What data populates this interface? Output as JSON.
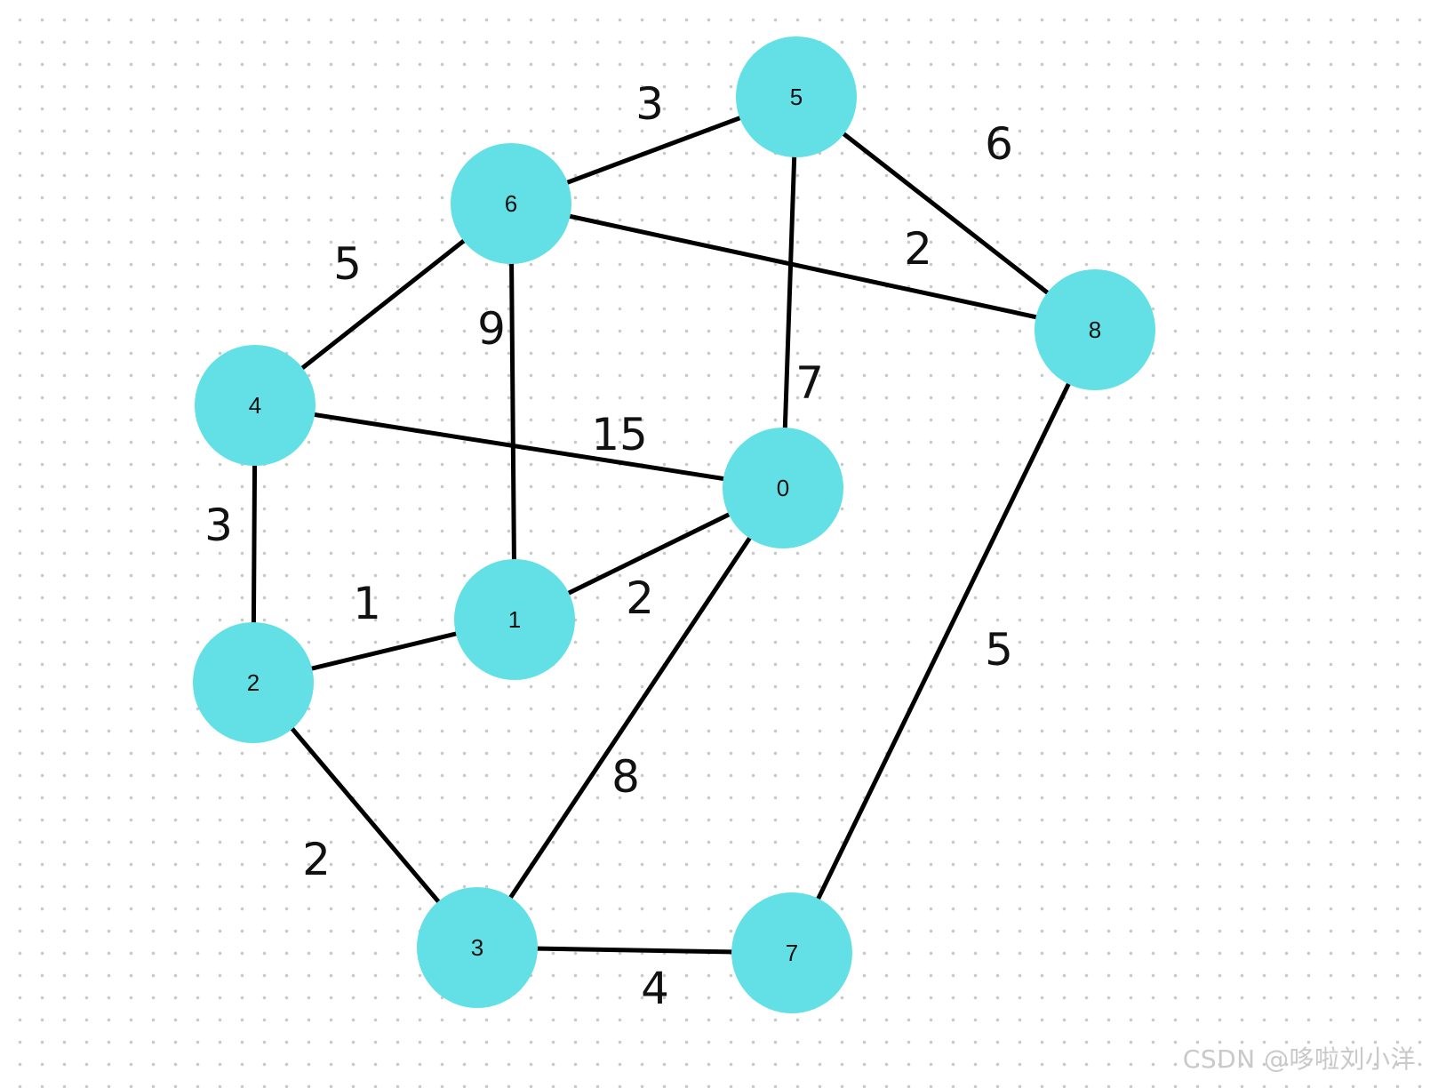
{
  "colors": {
    "node_fill": "#62e0e6",
    "edge": "#000000",
    "text": "#111111",
    "watermark": "#c9c9c9"
  },
  "graph": {
    "nodes": [
      "0",
      "1",
      "2",
      "3",
      "4",
      "5",
      "6",
      "7",
      "8"
    ],
    "edges": [
      {
        "from": "6",
        "to": "5",
        "weight": "3"
      },
      {
        "from": "5",
        "to": "8",
        "weight": "6"
      },
      {
        "from": "6",
        "to": "8",
        "weight": "2"
      },
      {
        "from": "6",
        "to": "4",
        "weight": "5"
      },
      {
        "from": "6",
        "to": "1",
        "weight": "9"
      },
      {
        "from": "5",
        "to": "0",
        "weight": "7"
      },
      {
        "from": "4",
        "to": "0",
        "weight": "15"
      },
      {
        "from": "4",
        "to": "2",
        "weight": "3"
      },
      {
        "from": "2",
        "to": "1",
        "weight": "1"
      },
      {
        "from": "1",
        "to": "0",
        "weight": "2"
      },
      {
        "from": "0",
        "to": "3",
        "weight": "8"
      },
      {
        "from": "8",
        "to": "7",
        "weight": "5"
      },
      {
        "from": "2",
        "to": "3",
        "weight": "2"
      },
      {
        "from": "3",
        "to": "7",
        "weight": "4"
      }
    ]
  },
  "watermark": "CSDN @哆啦刘小洋"
}
